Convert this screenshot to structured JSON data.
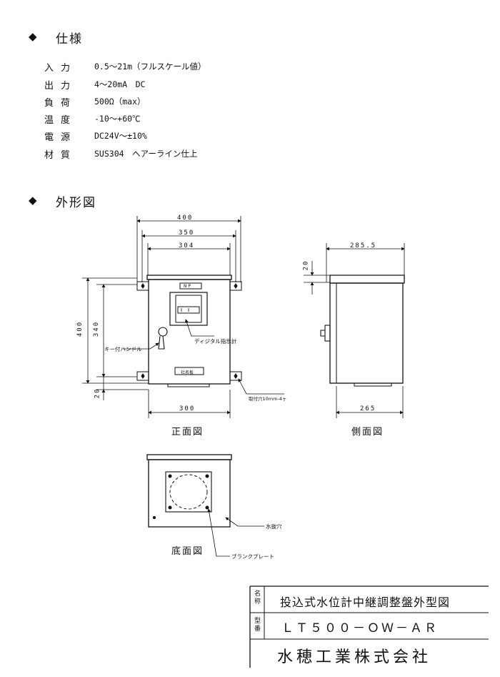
{
  "spec": {
    "heading": "仕様",
    "bullet": "◆",
    "rows": [
      {
        "label": "入力",
        "value": "0.5～21m（フルスケール値）"
      },
      {
        "label": "出力",
        "value": "4～20mA　DC"
      },
      {
        "label": "負荷",
        "value": "500Ω（max）"
      },
      {
        "label": "温度",
        "value": "-10～+60℃"
      },
      {
        "label": "電源",
        "value": "DC24V～±10%"
      },
      {
        "label": "材質",
        "value": "SUS304　ヘアーライン仕上"
      }
    ]
  },
  "outline": {
    "heading": "外形図",
    "bullet": "◆"
  },
  "front": {
    "caption": "正面図",
    "dim_400w": "400",
    "dim_350": "350",
    "dim_304": "304",
    "dim_300": "300",
    "dim_400h": "400",
    "dim_340": "340",
    "dim_20": "20",
    "np_label": "N P",
    "nameplate_label": "社名板",
    "label_display": "ディジタル指示計",
    "label_handle": "キー付ハンドル",
    "label_mount": "取付穴10mm-4ヶ"
  },
  "side": {
    "caption": "側面図",
    "dim_285": "285.5",
    "dim_20": "20",
    "dim_265": "265"
  },
  "bottom": {
    "caption": "底面図",
    "label_drain": "水抜穴",
    "label_blank": "ブランクプレート"
  },
  "titleblock": {
    "name_key": "名称",
    "name_value": "投込式水位計中継調整盤外型図",
    "type_key": "型番",
    "type_value": "ＬＴ５００－ＯＷ－ＡＲ",
    "company": "水穂工業株式会社"
  }
}
